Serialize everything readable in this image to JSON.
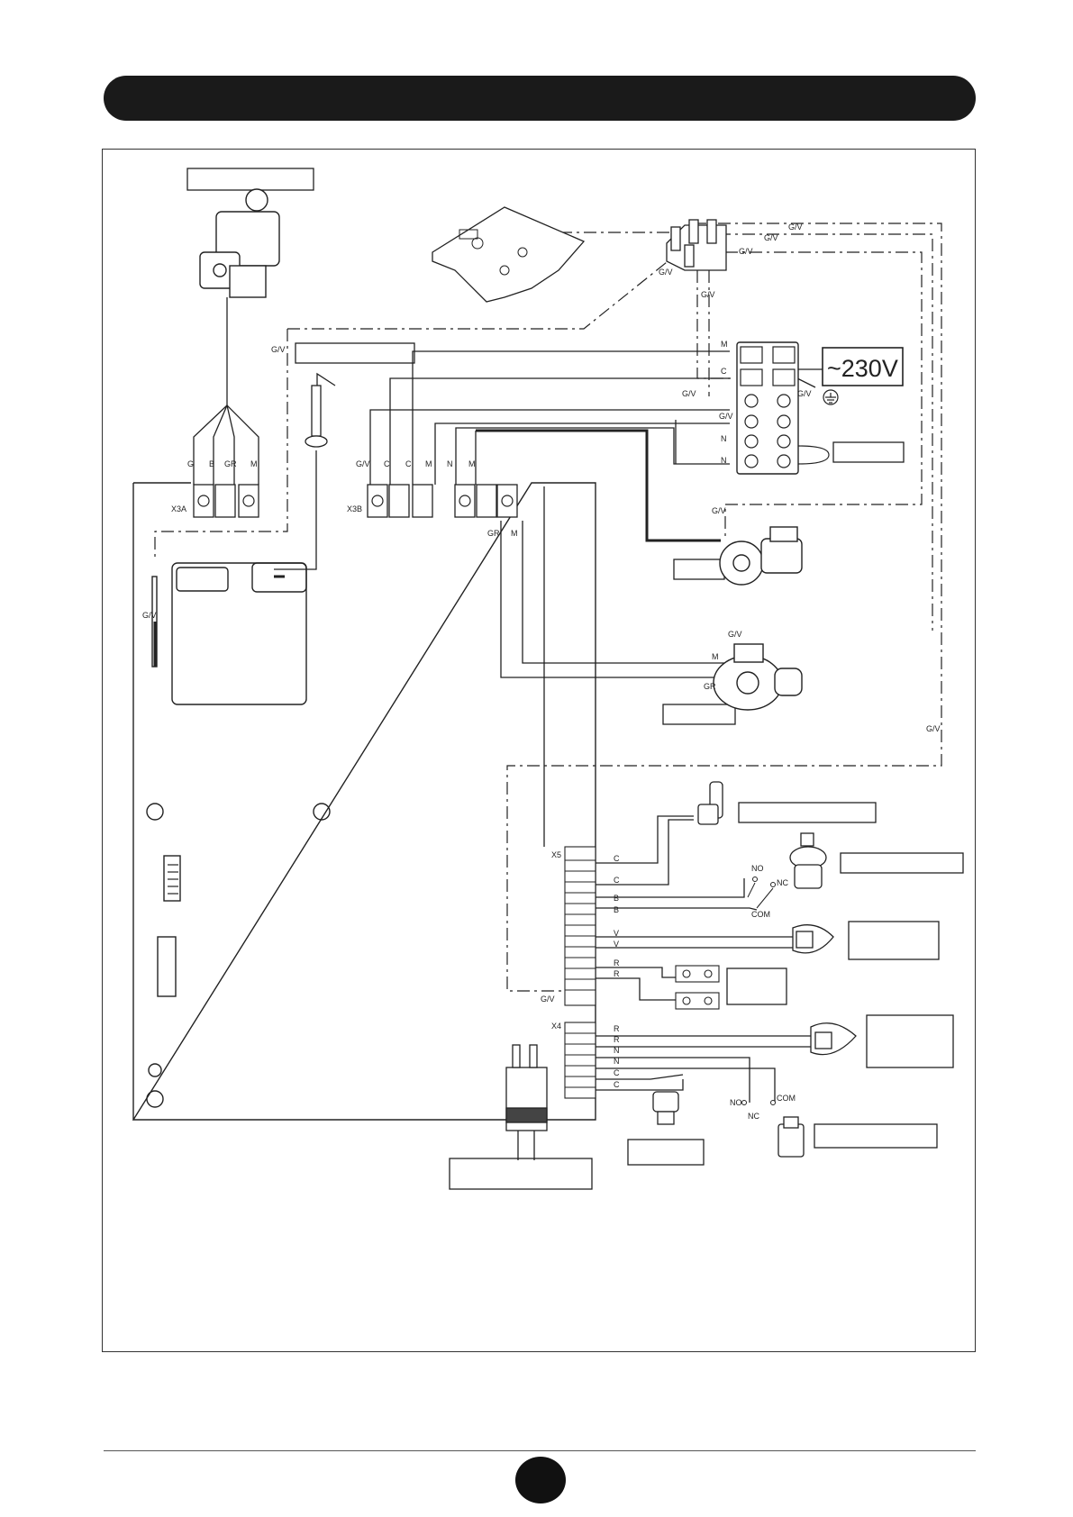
{
  "connectors": {
    "x3a": "X3A",
    "x3b": "X3B",
    "x5": "X5",
    "x4": "X4"
  },
  "wire_codes": {
    "gv": "G/V",
    "g": "G",
    "b": "B",
    "gr": "GR",
    "m": "M",
    "c": "C",
    "n": "N",
    "v": "V",
    "r": "R"
  },
  "terminal_codes": {
    "no": "NO",
    "nc": "NC",
    "com": "COM"
  },
  "mains_label": "~230V",
  "colors": {
    "header": "#1a1a1a",
    "wire": "#222222",
    "badge": "#111111"
  }
}
